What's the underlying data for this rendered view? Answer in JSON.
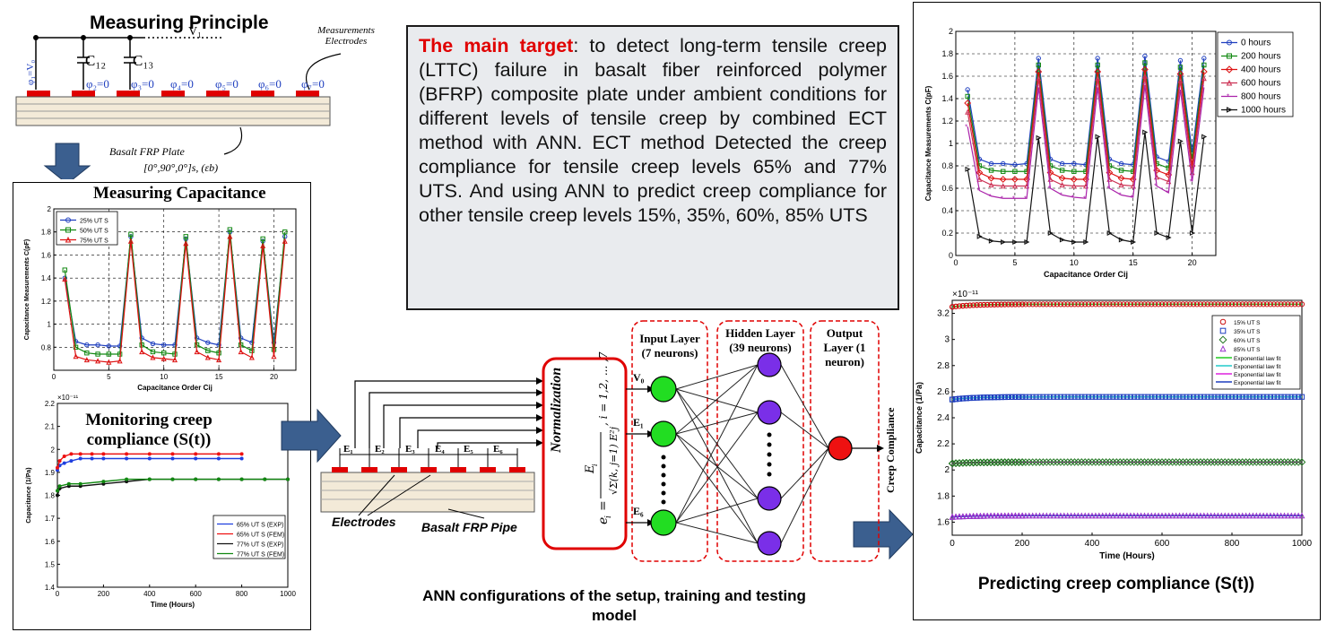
{
  "principle": {
    "title": "Measuring Principle",
    "electrodes_note": "Measurements Electrodes",
    "v1": "V₁",
    "phi1": "φ₁=V₀",
    "c12": "C₁₂",
    "c13": "C₁₃",
    "phis": [
      "φ₂=0",
      "φ₃=0",
      "φ₄=0",
      "φ₅=0",
      "φ₆=0",
      "φ₇=0"
    ],
    "plate_label": "Basalt FRP Plate",
    "layup": "[0°,90°,0°]s, (εb)"
  },
  "target": {
    "highlight": "The main target",
    "text": ": to detect long-term tensile creep (LTTC) failure in basalt fiber reinforced polymer (BFRP) composite plate under ambient conditions for different levels of tensile creep by combined ECT method with  ANN. ECT method Detected the creep compliance for tensile creep levels  65% and 77% UTS. And using ANN to predict creep compliance for other tensile creep levels 15%, 35%, 60%, 85% UTS"
  },
  "left_panel": {
    "measuring_title": "Measuring Capacitance",
    "monitoring_title": "Monitoring creep compliance (S(t))"
  },
  "ann": {
    "electrode_labels": [
      "E₁",
      "E₂",
      "E₃",
      "E₄",
      "E₅",
      "E₆"
    ],
    "electrodes_label": "Electrodes",
    "pipe_label": "Basalt FRP Pipe",
    "normalization_label": "Normalization",
    "input_layer": "Input Layer (7 neurons)",
    "hidden_layer": "Hidden Layer (39 neurons)",
    "output_layer": "Output Layer (1 neuron)",
    "input_node_labels": [
      "V₀",
      "E₁",
      "E₆"
    ],
    "output_label": "Creep Compliance",
    "caption": "ANN configurations  of the setup, training and testing model",
    "colors": {
      "input": "#22dd22",
      "hidden": "#7a2fe8",
      "output": "#ee1111"
    }
  },
  "right_panel": {
    "caption": "Predicting  creep compliance  (S(t))"
  },
  "chart_data": [
    {
      "id": "cap_left",
      "type": "line",
      "xlabel": "Capacitance Order Cij",
      "ylabel": "Capacitance Measurements C(pF)",
      "xlim": [
        0,
        22
      ],
      "ylim": [
        0.6,
        2
      ],
      "xticks": [
        0,
        5,
        10,
        15,
        20
      ],
      "yticks": [
        0.8,
        1,
        1.2,
        1.4,
        1.6,
        1.8,
        2
      ],
      "legend": "top-left",
      "x": [
        1,
        2,
        3,
        4,
        5,
        6,
        7,
        8,
        9,
        10,
        11,
        12,
        13,
        14,
        15,
        16,
        17,
        18,
        19,
        20,
        21
      ],
      "series": [
        {
          "name": "25% UT S",
          "color": "#1f3fbf",
          "marker": "circle",
          "values": [
            1.4,
            0.85,
            0.82,
            0.82,
            0.81,
            0.81,
            1.76,
            0.88,
            0.83,
            0.82,
            0.82,
            1.74,
            0.88,
            0.84,
            0.82,
            1.8,
            0.88,
            0.84,
            1.72,
            0.84,
            1.76
          ]
        },
        {
          "name": "50% UT S",
          "color": "#118811",
          "marker": "square",
          "values": [
            1.47,
            0.8,
            0.75,
            0.74,
            0.74,
            0.74,
            1.78,
            0.82,
            0.76,
            0.75,
            0.74,
            1.76,
            0.82,
            0.77,
            0.75,
            1.82,
            0.82,
            0.77,
            1.74,
            0.78,
            1.8
          ]
        },
        {
          "name": "75% UT S",
          "color": "#dd1111",
          "marker": "triangle",
          "values": [
            1.39,
            0.72,
            0.69,
            0.68,
            0.67,
            0.68,
            1.72,
            0.76,
            0.71,
            0.7,
            0.69,
            1.7,
            0.76,
            0.71,
            0.69,
            1.76,
            0.76,
            0.71,
            1.68,
            0.72,
            1.72
          ]
        }
      ]
    },
    {
      "id": "comp_left",
      "type": "line",
      "xlabel": "Time (Hours)",
      "ylabel": "Capacitance (1/Pa)",
      "multiplier": "×10⁻¹¹",
      "xlim": [
        0,
        1000
      ],
      "ylim": [
        1.4,
        2.2
      ],
      "xticks": [
        0,
        200,
        400,
        600,
        800,
        1000
      ],
      "yticks": [
        1.4,
        1.5,
        1.6,
        1.7,
        1.8,
        1.9,
        2,
        2.1,
        2.2
      ],
      "legend": "bottom-right",
      "series": [
        {
          "name": "65% UT S (EXP)",
          "color": "#1f3fdf",
          "x": [
            0,
            10,
            30,
            60,
            100,
            150,
            200,
            300,
            400,
            500,
            600,
            700,
            800
          ],
          "values": [
            1.91,
            1.93,
            1.94,
            1.95,
            1.96,
            1.96,
            1.96,
            1.96,
            1.96,
            1.96,
            1.96,
            1.96,
            1.96
          ]
        },
        {
          "name": "65% UT S (FEM)",
          "color": "#ee1111",
          "x": [
            0,
            10,
            30,
            60,
            100,
            150,
            200,
            300,
            400,
            500,
            600,
            700,
            800
          ],
          "values": [
            1.92,
            1.95,
            1.97,
            1.98,
            1.98,
            1.98,
            1.98,
            1.98,
            1.98,
            1.98,
            1.98,
            1.98,
            1.98
          ]
        },
        {
          "name": "77% UT S (EXP)",
          "color": "#111111",
          "x": [
            0,
            10,
            50,
            100,
            200,
            300,
            400,
            500,
            600,
            700,
            800,
            900,
            1000
          ],
          "values": [
            1.8,
            1.83,
            1.84,
            1.84,
            1.85,
            1.86,
            1.87,
            1.87,
            1.87,
            1.87,
            1.87,
            1.87,
            1.87
          ]
        },
        {
          "name": "77% UT S (FEM)",
          "color": "#118811",
          "x": [
            0,
            10,
            50,
            100,
            200,
            300,
            400,
            500,
            600,
            700,
            800,
            900,
            1000
          ],
          "values": [
            1.82,
            1.84,
            1.85,
            1.85,
            1.86,
            1.87,
            1.87,
            1.87,
            1.87,
            1.87,
            1.87,
            1.87,
            1.87
          ]
        }
      ]
    },
    {
      "id": "cap_right",
      "type": "line",
      "xlabel": "Capacitance Order Cij",
      "ylabel": "Capacitance Measurements C(pF)",
      "xlim": [
        0,
        22
      ],
      "ylim": [
        0,
        2
      ],
      "xticks": [
        0,
        5,
        10,
        15,
        20
      ],
      "yticks": [
        0,
        0.2,
        0.4,
        0.6,
        0.8,
        1,
        1.2,
        1.4,
        1.6,
        1.8,
        2
      ],
      "legend": "top-right",
      "x": [
        1,
        2,
        3,
        4,
        5,
        6,
        7,
        8,
        9,
        10,
        11,
        12,
        13,
        14,
        15,
        16,
        17,
        18,
        19,
        20,
        21
      ],
      "series": [
        {
          "name": "0 hours",
          "color": "#1f3fbf",
          "marker": "circle",
          "values": [
            1.48,
            0.86,
            0.82,
            0.82,
            0.81,
            0.82,
            1.76,
            0.86,
            0.82,
            0.82,
            0.81,
            1.76,
            0.86,
            0.82,
            0.81,
            1.78,
            0.88,
            0.84,
            1.74,
            0.92,
            1.76
          ]
        },
        {
          "name": "200 hours",
          "color": "#118811",
          "marker": "square",
          "values": [
            1.42,
            0.8,
            0.76,
            0.75,
            0.75,
            0.75,
            1.7,
            0.8,
            0.76,
            0.75,
            0.75,
            1.7,
            0.8,
            0.76,
            0.75,
            1.72,
            0.82,
            0.78,
            1.68,
            0.86,
            1.7
          ]
        },
        {
          "name": "400 hours",
          "color": "#dd1111",
          "marker": "diamond",
          "values": [
            1.36,
            0.74,
            0.69,
            0.68,
            0.68,
            0.68,
            1.64,
            0.74,
            0.69,
            0.68,
            0.68,
            1.64,
            0.74,
            0.69,
            0.68,
            1.66,
            0.76,
            0.72,
            1.62,
            0.8,
            1.64
          ]
        },
        {
          "name": "600 hours",
          "color": "#cc3355",
          "marker": "triangle",
          "values": [
            1.28,
            0.68,
            0.63,
            0.62,
            0.62,
            0.62,
            1.58,
            0.68,
            0.63,
            0.62,
            0.62,
            1.58,
            0.68,
            0.63,
            0.62,
            1.6,
            0.7,
            0.66,
            1.56,
            0.74,
            1.58
          ]
        },
        {
          "name": "800 hours",
          "color": "#aa22aa",
          "marker": "star",
          "values": [
            1.15,
            0.58,
            0.53,
            0.51,
            0.51,
            0.51,
            1.5,
            0.6,
            0.54,
            0.52,
            0.51,
            1.5,
            0.6,
            0.54,
            0.52,
            1.52,
            0.62,
            0.56,
            1.48,
            0.66,
            1.5
          ]
        },
        {
          "name": "1000 hours",
          "color": "#111111",
          "marker": "tri-right",
          "values": [
            0.77,
            0.17,
            0.13,
            0.12,
            0.12,
            0.12,
            1.05,
            0.2,
            0.14,
            0.12,
            0.12,
            1.06,
            0.2,
            0.14,
            0.12,
            1.1,
            0.2,
            0.16,
            1.02,
            0.2,
            1.06
          ]
        }
      ]
    },
    {
      "id": "pred_right",
      "type": "scatter",
      "xlabel": "Time (Hours)",
      "ylabel": "Capacitance (1/Pa)",
      "multiplier": "×10⁻¹¹",
      "xlim": [
        0,
        1000
      ],
      "ylim": [
        1.5,
        3.3
      ],
      "xticks": [
        0,
        200,
        400,
        600,
        800,
        1000
      ],
      "yticks": [
        1.6,
        1.8,
        2,
        2.2,
        2.4,
        2.6,
        2.8,
        3,
        3.2
      ],
      "legend": "top-right",
      "series": [
        {
          "name": "15% UT S",
          "color": "#cc1111",
          "marker": "circle",
          "start": 3.25,
          "end": 3.27
        },
        {
          "name": "35% UT S",
          "color": "#1f3fbf",
          "marker": "square",
          "start": 2.54,
          "end": 2.56
        },
        {
          "name": "60% UT S",
          "color": "#227722",
          "marker": "diamond",
          "start": 2.05,
          "end": 2.06
        },
        {
          "name": "85% UT S",
          "color": "#9933cc",
          "marker": "triangle",
          "start": 1.64,
          "end": 1.65
        }
      ],
      "fits": [
        {
          "name": "Exponential law  fit",
          "color": "#22cc22"
        },
        {
          "name": "Exponential law  fit",
          "color": "#22cccc"
        },
        {
          "name": "Exponential law  fit",
          "color": "#dd22dd"
        },
        {
          "name": "Exponential law  fit",
          "color": "#1f3fbf"
        }
      ]
    }
  ]
}
